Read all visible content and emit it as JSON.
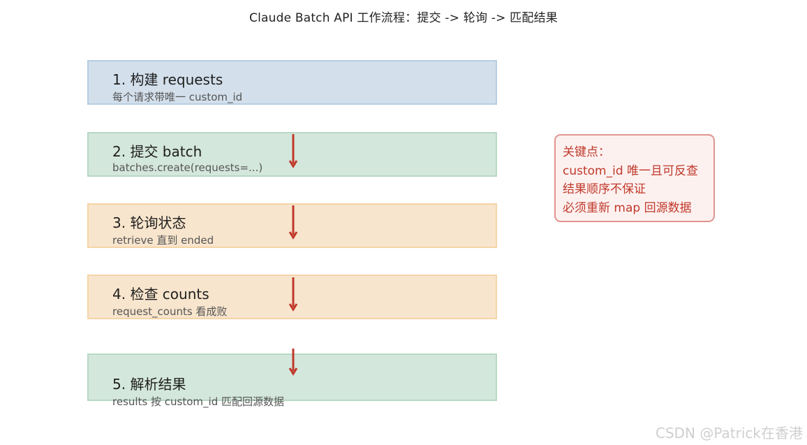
{
  "title": "Claude Batch API 工作流程：提交 -> 轮询 -> 匹配结果",
  "steps": [
    {
      "title": "1. 构建 requests",
      "subtitle": "每个请求带唯一 custom_id",
      "color": "#d3dfeb"
    },
    {
      "title": "2. 提交 batch",
      "subtitle": "batches.create(requests=...)",
      "color": "#d4e7dc"
    },
    {
      "title": "3. 轮询状态",
      "subtitle": "retrieve 直到 ended",
      "color": "#f8e5cd"
    },
    {
      "title": "4. 检查 counts",
      "subtitle": "request_counts 看成败",
      "color": "#f8e5cd"
    },
    {
      "title": "5. 解析结果",
      "subtitle": "results 按 custom_id 匹配回源数据",
      "color": "#d4e7dc"
    }
  ],
  "note": {
    "lines": [
      "关键点：",
      "custom_id 唯一且可反查",
      "结果顺序不保证",
      "必须重新 map 回源数据"
    ],
    "color": "#c0392b"
  },
  "arrow_color": "#c0392b",
  "watermark": "CSDN @Patrick在香港"
}
